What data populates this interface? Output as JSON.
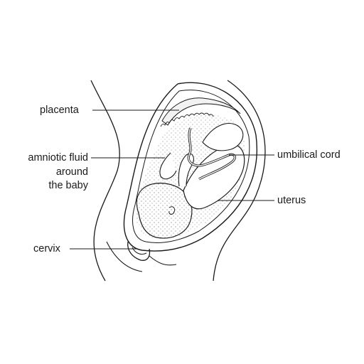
{
  "labels": {
    "placenta": "placenta",
    "amniotic_line1": "amniotic fluid",
    "amniotic_line2": "around",
    "amniotic_line3": "the baby",
    "cervix": "cervix",
    "umbilical_cord": "umbilical cord",
    "uterus": "uterus"
  },
  "colors": {
    "ink": "#1a1a1a",
    "background": "#ffffff"
  }
}
